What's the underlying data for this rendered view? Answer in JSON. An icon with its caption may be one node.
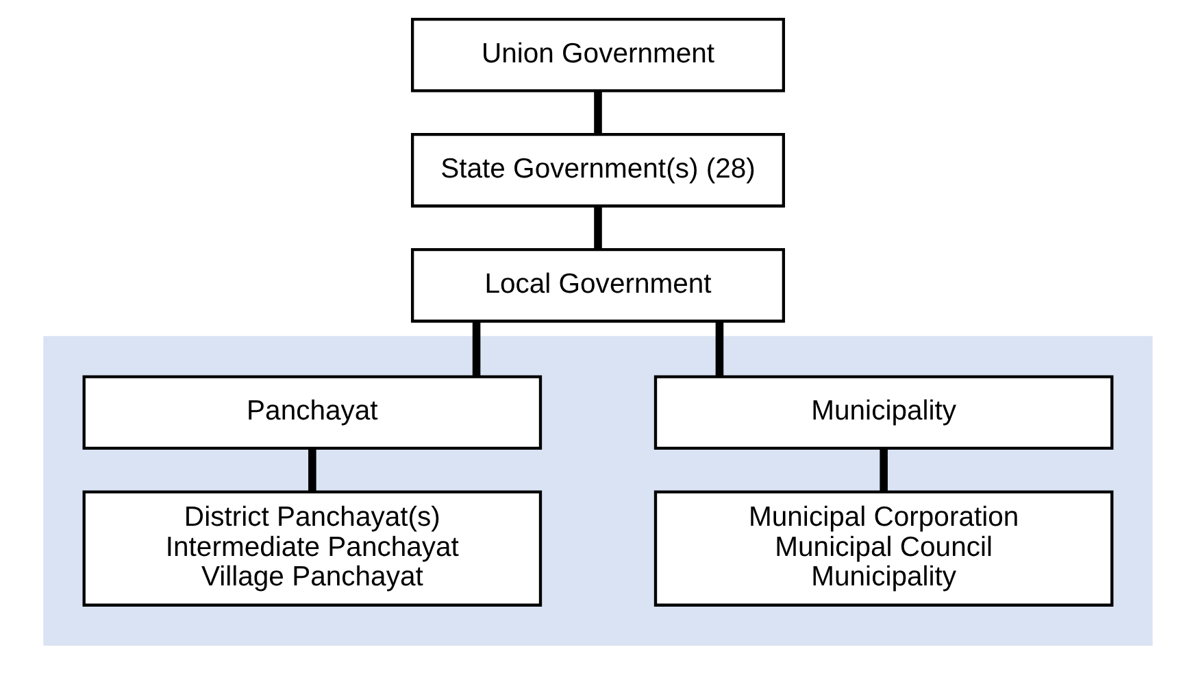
{
  "diagram": {
    "nodes": [
      {
        "text": [
          "Union Government"
        ]
      },
      {
        "text": [
          "State Government(s) (28)"
        ]
      },
      {
        "text": [
          "Local Government"
        ]
      },
      {
        "text": [],
        "shape": "box"
      },
      {
        "text": [
          "Municipality"
        ],
        "in": 3
      },
      {
        "text": [
          "Panchayat"
        ],
        "in": 3
      },
      {
        "text": [
          "Municipal Corporation",
          "Municipal Council",
          "Municipality"
        ],
        "in": 3
      },
      {
        "text": [
          "District Panchayat(s)",
          "Intermediate Panchayat",
          "Village Panchayat"
        ],
        "in": 3
      }
    ],
    "edges": [
      {
        "from": 0,
        "to": 1,
        "arrow": "none"
      },
      {
        "from": 1,
        "to": 2,
        "arrow": "none"
      },
      {
        "from": 2,
        "to": 4,
        "arrow": "none"
      },
      {
        "from": 2,
        "to": 5,
        "arrow": "none"
      },
      {
        "from": 4,
        "to": 6,
        "arrow": "none"
      },
      {
        "from": 5,
        "to": 7,
        "arrow": "none"
      }
    ]
  }
}
